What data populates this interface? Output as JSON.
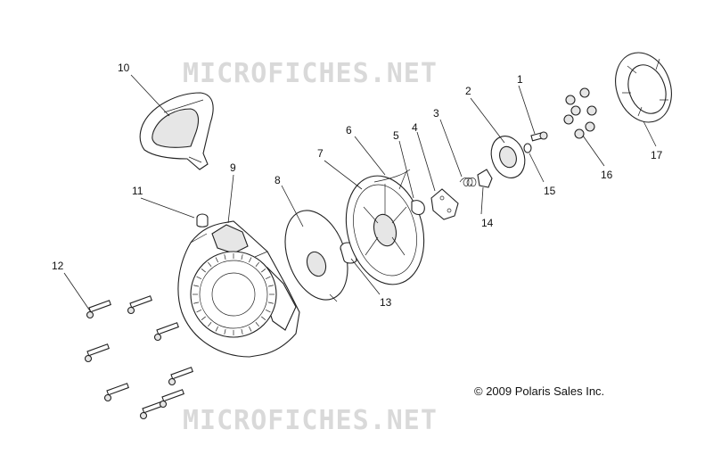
{
  "watermark": "MICROFICHES.NET",
  "copyright": "© 2009 Polaris Sales Inc.",
  "callouts": [
    "1",
    "2",
    "3",
    "4",
    "5",
    "6",
    "7",
    "8",
    "9",
    "10",
    "11",
    "12",
    "13",
    "14",
    "15",
    "16",
    "17"
  ]
}
